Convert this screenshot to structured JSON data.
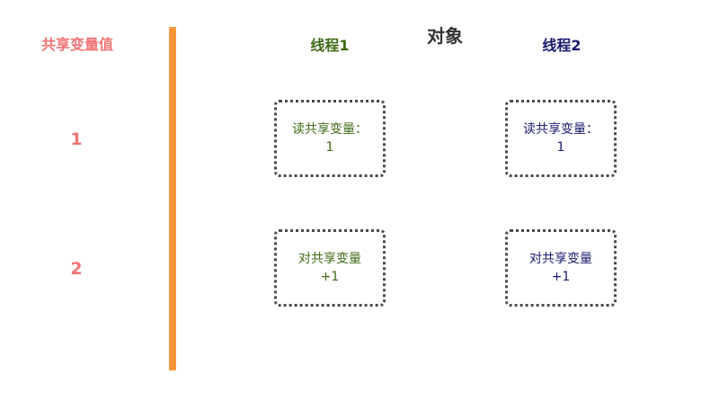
{
  "title": "对象",
  "shared_column": {
    "header": "共享变量值",
    "values": [
      "1",
      "2"
    ]
  },
  "threads": [
    {
      "name": "线程1",
      "color": "#3f6a17",
      "steps": [
        {
          "line1": "读共享变量：",
          "line2": "1"
        },
        {
          "line1": "对共享变量",
          "line2": "+1"
        }
      ]
    },
    {
      "name": "线程2",
      "color": "#1a1a6e",
      "steps": [
        {
          "line1": "读共享变量：",
          "line2": "1"
        },
        {
          "line1": "对共享变量",
          "line2": "+1"
        }
      ]
    }
  ],
  "colors": {
    "shared_text": "#f27474",
    "divider": "#f7963a",
    "title": "#333333",
    "box_border": "#4a4a4a"
  }
}
